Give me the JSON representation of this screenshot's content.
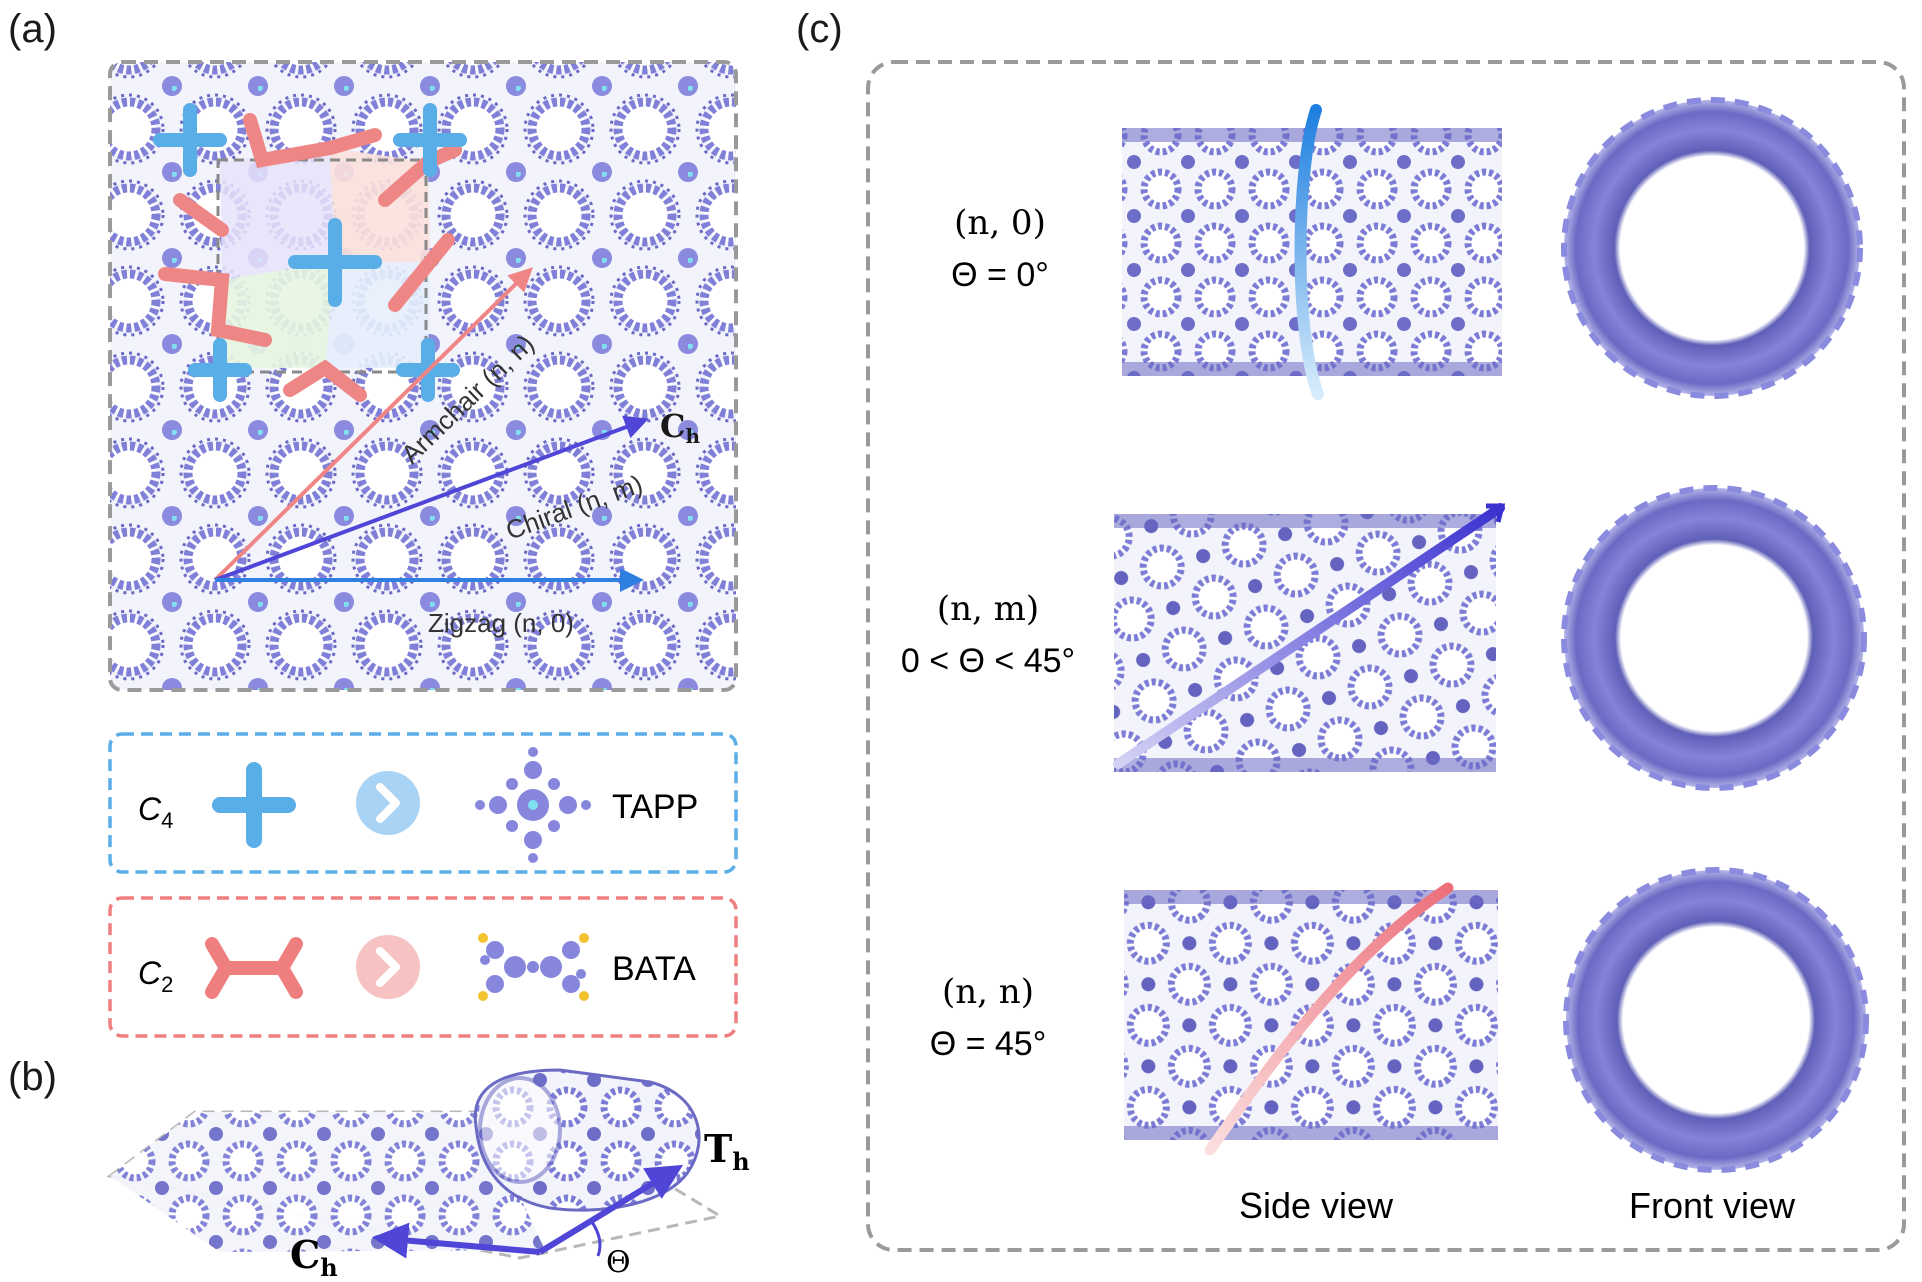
{
  "panels": {
    "a": {
      "label": "(a)",
      "vectors": {
        "armchair": "Armchair (n, n)",
        "chiral": "Chiral (n, m)",
        "zigzag": "Zigzag (n, 0)",
        "ch_main": "C",
        "ch_sub": "h"
      },
      "legend": [
        {
          "symbol_main": "C",
          "symbol_sub": "4",
          "name": "TAPP",
          "color": "#5aaee8"
        },
        {
          "symbol_main": "C",
          "symbol_sub": "2",
          "name": "BATA",
          "color": "#ef7f7f"
        }
      ]
    },
    "b": {
      "label": "(b)",
      "th_main": "T",
      "th_sub": "h",
      "ch_main": "C",
      "ch_sub": "h",
      "theta": "Θ"
    },
    "c": {
      "label": "(c)",
      "rows": [
        {
          "index": "(n, 0)",
          "angle": "Θ = 0°"
        },
        {
          "index": "(n, m)",
          "angle": "0 < Θ < 45°"
        },
        {
          "index": "(n, n)",
          "angle": "Θ = 45°"
        }
      ],
      "column_labels": [
        "Side view",
        "Front view"
      ]
    }
  },
  "colors": {
    "lattice": "#7f7fd6",
    "lattice_dark": "#5f5fb8",
    "tapp": "#5aaee8",
    "bata": "#ef7f7f",
    "armchair": "#f08585",
    "chiral": "#5a4fd8",
    "zigzag": "#2e7fe0",
    "frame": "#9a9a9a"
  }
}
